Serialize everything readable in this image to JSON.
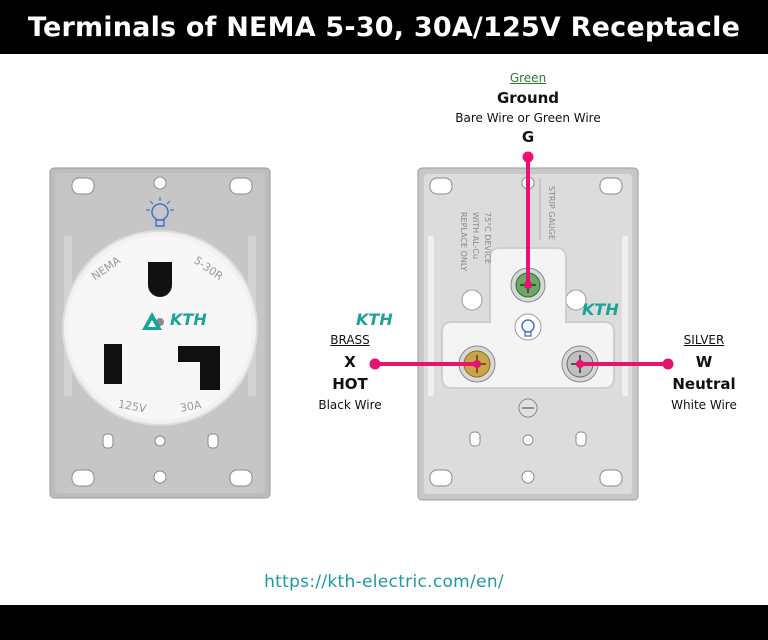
{
  "title": "Terminals of NEMA 5-30, 30A/125V Receptacle",
  "footer_url": "https://kth-electric.com/en/",
  "front": {
    "brand": "KTH",
    "top_right_text": "5-30R",
    "top_left_text": "NEMA",
    "bottom_left_text": "125V",
    "bottom_right_text": "30A"
  },
  "back": {
    "brand": "KTH",
    "side_text_1": "REPLACE ONLY",
    "side_text_2": "WITH AL-Cu",
    "side_text_3": "75°C DEVICE",
    "strip_gauge": "STRIP GAUGE"
  },
  "terminals": {
    "ground": {
      "color_name": "Green",
      "name": "Ground",
      "wire": "Bare Wire or Green Wire",
      "letter": "G"
    },
    "hot": {
      "color_name": "BRASS",
      "letter": "X",
      "name": "HOT",
      "wire": "Black Wire"
    },
    "neutral": {
      "color_name": "SILVER",
      "letter": "W",
      "name": "Neutral",
      "wire": "White Wire"
    }
  },
  "colors": {
    "accent_line": "#e8126f",
    "plate_gray": "#b5b5b5",
    "url_teal": "#1a9aa0",
    "ground_label_green": "#2f7a2f"
  }
}
